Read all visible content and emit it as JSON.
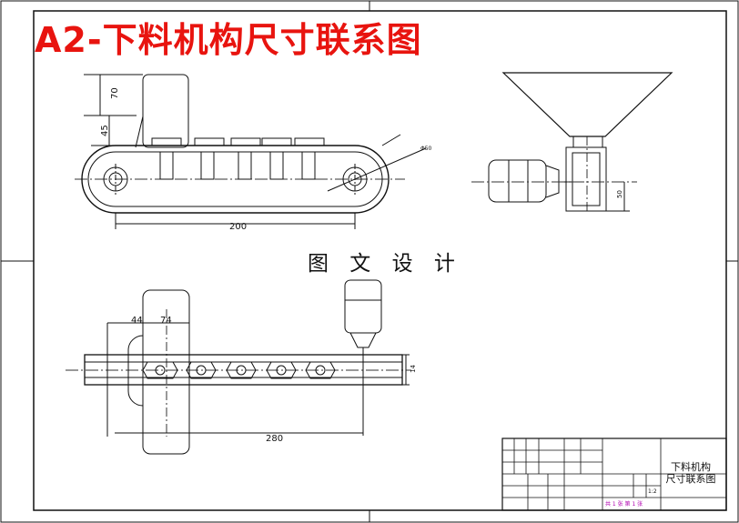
{
  "title": "A2-下料机构尺寸联系图",
  "watermark": "图 文 设 计",
  "dimensions": {
    "d70": "70",
    "d45": "45",
    "d200": "200",
    "dphi": "Φ50",
    "d50": "50",
    "d44": "44",
    "d74": "74",
    "d280": "280",
    "d14": "14"
  },
  "title_block": {
    "drawing_name_line1": "下料机构",
    "drawing_name_line2": "尺寸联系图",
    "scale": "1:2",
    "sheet_info": "共 1 张  第 1 张"
  },
  "colors": {
    "title": "#e8140f",
    "line": "#111111",
    "center_line": "#333333",
    "title_block_text": "#b000b0"
  }
}
